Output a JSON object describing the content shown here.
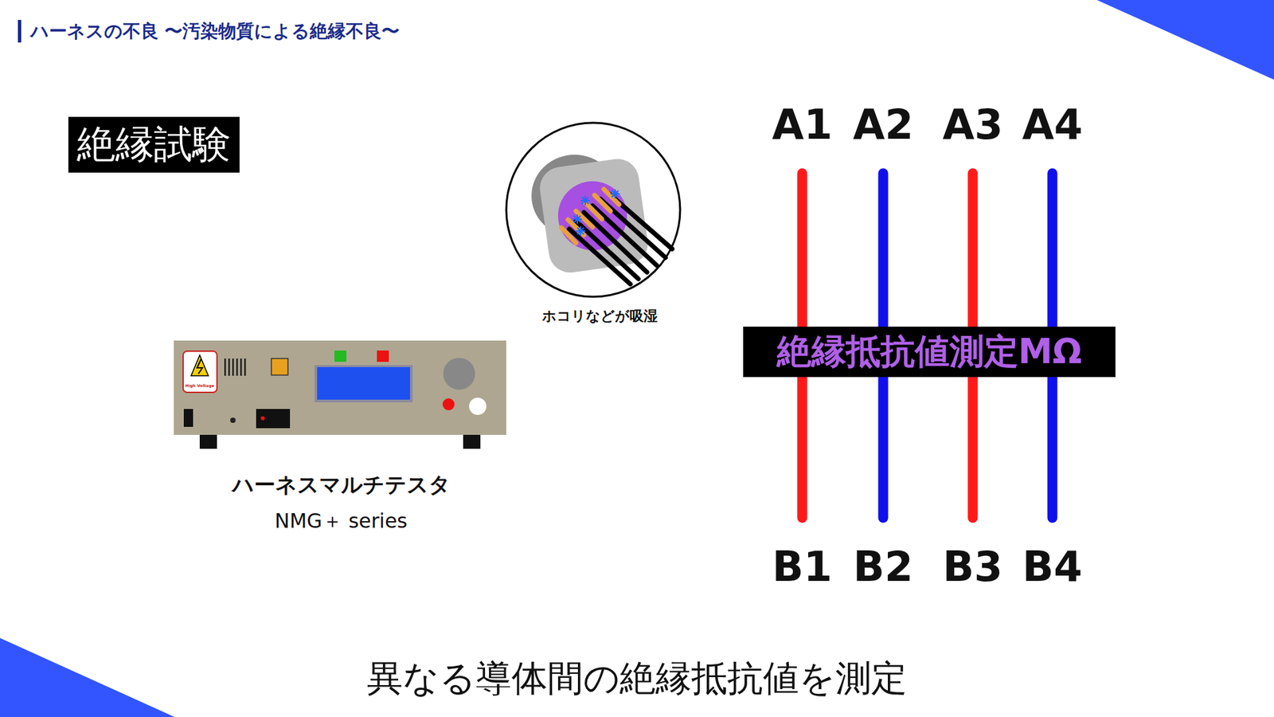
{
  "diagram": {
    "title": "ハーネスの不良 〜汚染物質による絶縁不良〜",
    "caption": "異なる導体間の絶縁抵抗値を測定",
    "nodes": [
      {
        "text": [
          "絶縁試験"
        ]
      },
      {
        "text": [
          "絶縁抵抗値測定MΩ"
        ]
      }
    ],
    "labels": [
      "ホコリなどが吸湿",
      "High Voltage",
      "ハーネスマルチテスタ",
      "NMG＋ series",
      "A1",
      "A2",
      "A3",
      "A4",
      "B1",
      "B2",
      "B3",
      "B4"
    ]
  }
}
